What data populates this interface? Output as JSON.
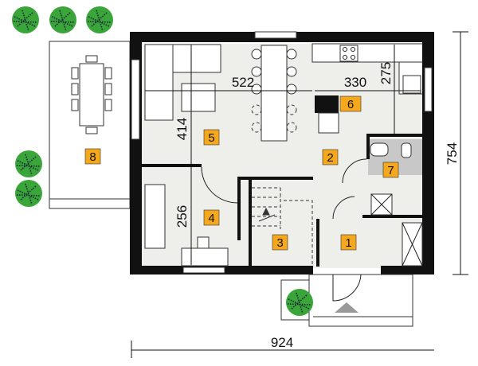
{
  "plan": {
    "rooms": [
      {
        "number": "1"
      },
      {
        "number": "2"
      },
      {
        "number": "3"
      },
      {
        "number": "4"
      },
      {
        "number": "5"
      },
      {
        "number": "6"
      },
      {
        "number": "7"
      },
      {
        "number": "8"
      }
    ],
    "dimensions": {
      "total_width": "924",
      "total_depth": "754",
      "living_width": "522",
      "kitchen_width": "330",
      "kitchen_depth": "275",
      "living_depth": "414",
      "room4_depth": "256"
    },
    "colors": {
      "label_fill": "#f5a81c",
      "floor": "#eeeeeb",
      "bathroom": "#c8c8c8",
      "tree": "#3aa63a",
      "wall": "#111111"
    }
  }
}
